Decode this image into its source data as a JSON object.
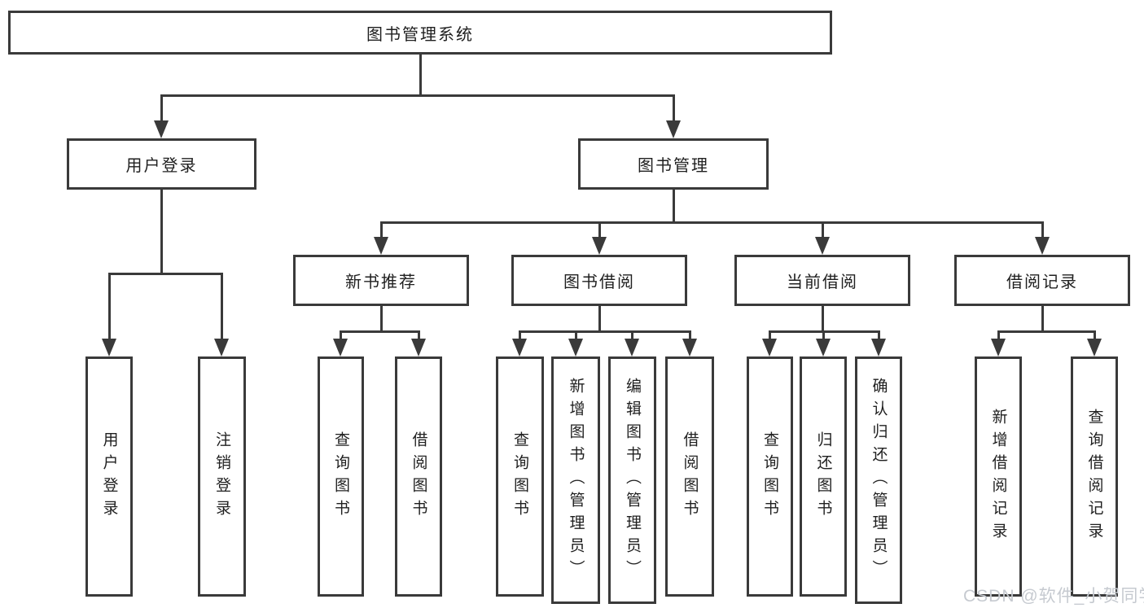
{
  "diagram_title": "图书管理系统",
  "tree": {
    "root": {
      "label": "图书管理系统",
      "children": [
        {
          "label": "用户登录",
          "children": [
            {
              "label": "用户登录"
            },
            {
              "label": "注销登录"
            }
          ]
        },
        {
          "label": "图书管理",
          "children": [
            {
              "label": "新书推荐",
              "children": [
                {
                  "label": "查询图书"
                },
                {
                  "label": "借阅图书"
                }
              ]
            },
            {
              "label": "图书借阅",
              "children": [
                {
                  "label": "查询图书"
                },
                {
                  "label": "新增图书（管理员）"
                },
                {
                  "label": "编辑图书（管理员）"
                },
                {
                  "label": "借阅图书"
                }
              ]
            },
            {
              "label": "当前借阅",
              "children": [
                {
                  "label": "查询图书"
                },
                {
                  "label": "归还图书"
                },
                {
                  "label": "确认归还（管理员）"
                }
              ]
            },
            {
              "label": "借阅记录",
              "children": [
                {
                  "label": "新增借阅记录"
                },
                {
                  "label": "查询借阅记录"
                }
              ]
            }
          ]
        }
      ]
    }
  },
  "watermark": "CSDN @软件_小贺同学",
  "colors": {
    "line": "#3a3a3a",
    "text": "#1f1f1f",
    "boxfill": "#ffffff",
    "background": "#ffffff",
    "watermark": "#c6cad0"
  }
}
